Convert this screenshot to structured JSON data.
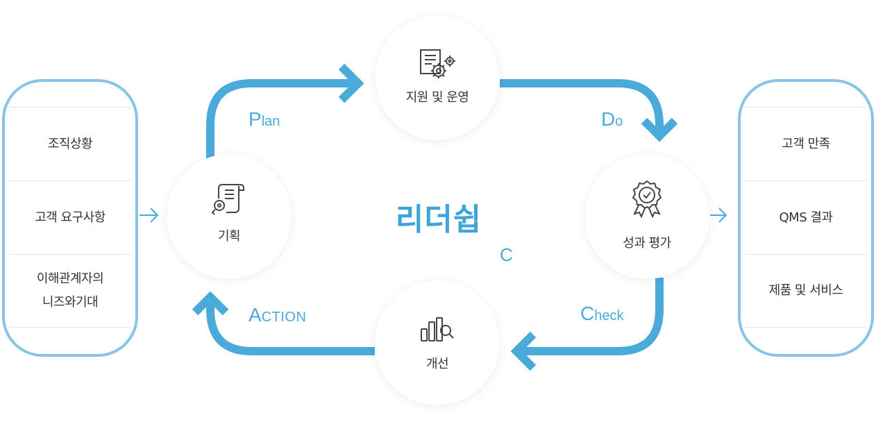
{
  "center": {
    "title": "리더쉽",
    "sub_letter": "C"
  },
  "inputs": {
    "items": [
      "조직상황",
      "고객 요구사항",
      "이해관계자의\n니즈와기대"
    ]
  },
  "outputs": {
    "items": [
      "고객 만족",
      "QMS 결과",
      "제품 및 서비스"
    ]
  },
  "nodes": {
    "support": {
      "label": "지원 및 운영",
      "icon": "document-gear-icon"
    },
    "plan": {
      "label": "기획",
      "icon": "scroll-key-icon"
    },
    "evaluation": {
      "label": "성과 평가",
      "icon": "award-badge-icon"
    },
    "improvement": {
      "label": "개선",
      "icon": "bar-chart-magnifier-icon"
    }
  },
  "phases": {
    "plan": {
      "first": "P",
      "rest": "lan"
    },
    "do": {
      "first": "D",
      "rest": "o"
    },
    "check": {
      "first": "C",
      "rest": "heck"
    },
    "action": {
      "first": "A",
      "rest": "CTION"
    }
  },
  "colors": {
    "accent": "#4aaad9",
    "arrow": "#4aaad9",
    "panel_border": "#86c5e7",
    "text": "#333333"
  }
}
